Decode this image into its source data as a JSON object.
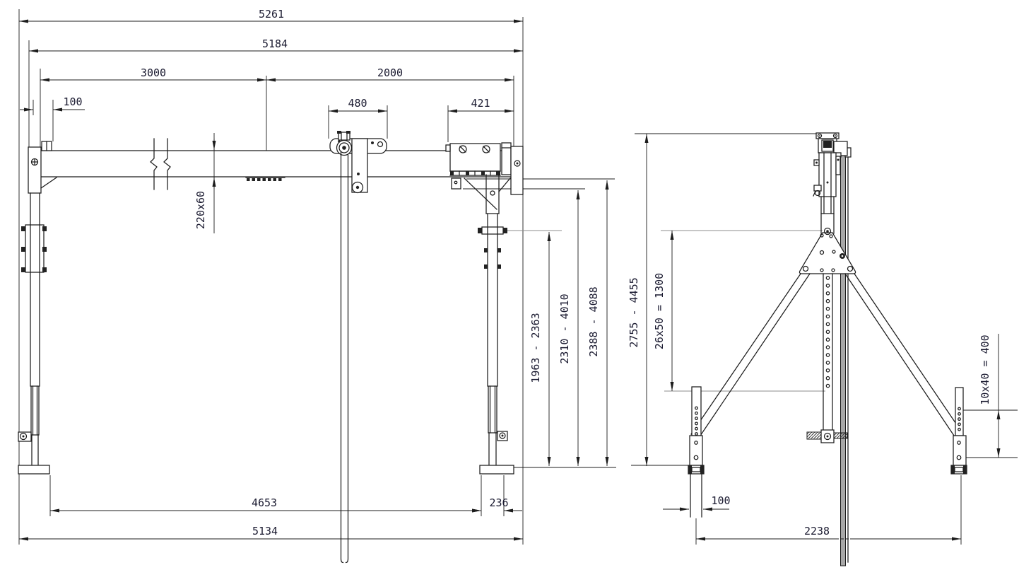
{
  "drawing": {
    "type": "technical-drawing",
    "description": "Dimensional drawing of a portable gantry / drilling mast: front elevation (left) and side elevation (right)",
    "colors": {
      "line": "#1c1c1c",
      "gray_line": "#8c8c8c",
      "text": "#1a1a30",
      "background": "#ffffff",
      "rail_fill": "#a8a8a8"
    },
    "front_view": {
      "dims": {
        "overall_width": "5261",
        "beam_width": "5184",
        "span_left": "3000",
        "span_right": "2000",
        "end_offset": "100",
        "trolley_width": "480",
        "bracket_width": "421",
        "beam_section": "220x60",
        "hook_height_range": "1963 - 2363",
        "clearance_range_mid": "2310 - 4010",
        "clearance_range_top": "2388 - 4088",
        "base_span": "4653",
        "base_offset": "236",
        "overall_base_width": "5134"
      }
    },
    "side_view": {
      "dims": {
        "overall_height_range": "2755 - 4455",
        "mast_hole_pattern": "26x50 = 1300",
        "foot_hole_pattern": "10x40 = 400",
        "foot_width": "100",
        "leg_span": "2238"
      }
    }
  }
}
